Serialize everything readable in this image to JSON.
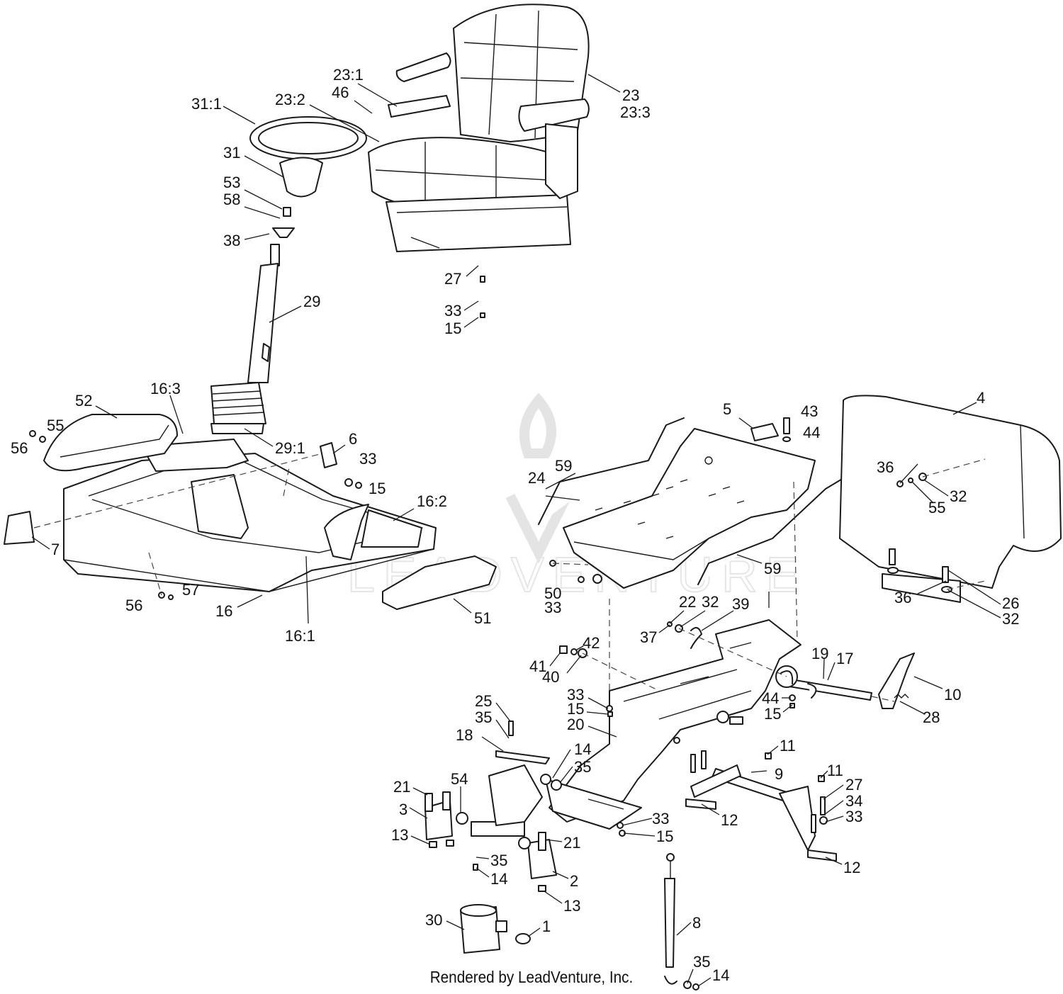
{
  "watermark": {
    "brand": "LEADVENTURE"
  },
  "footer": {
    "credit": "Rendered by LeadVenture, Inc."
  },
  "callouts": [
    "23:1",
    "46",
    "23:2",
    "23",
    "23:3",
    "31:1",
    "31",
    "53",
    "58",
    "38",
    "27",
    "33",
    "15",
    "29",
    "16:3",
    "52",
    "55",
    "56",
    "29:1",
    "6",
    "33",
    "15",
    "16:2",
    "7",
    "56",
    "57",
    "16",
    "16:1",
    "51",
    "5",
    "43",
    "44",
    "59",
    "24",
    "59",
    "50",
    "33",
    "4",
    "36",
    "32",
    "55",
    "36",
    "26",
    "32",
    "22",
    "32",
    "39",
    "37",
    "42",
    "41",
    "40",
    "19",
    "17",
    "10",
    "44",
    "15",
    "28",
    "33",
    "15",
    "20",
    "25",
    "35",
    "18",
    "14",
    "35",
    "11",
    "9",
    "11",
    "27",
    "34",
    "33",
    "21",
    "54",
    "3",
    "13",
    "33",
    "15",
    "21",
    "12",
    "12",
    "35",
    "14",
    "2",
    "13",
    "30",
    "1",
    "8",
    "35",
    "14"
  ]
}
